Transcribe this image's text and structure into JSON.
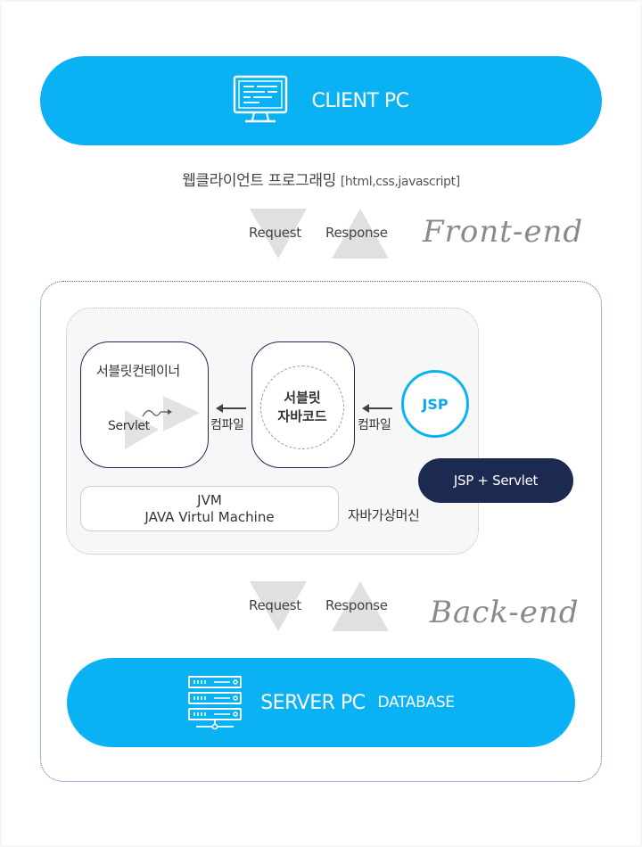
{
  "client": {
    "label": "CLIENT PC",
    "icon": "monitor-icon"
  },
  "frontend_subtitle": {
    "text": "웹클라이언트 프로그래밍",
    "tech": "[html,css,javascript]"
  },
  "front_arrows": {
    "request": "Request",
    "response": "Response",
    "tag": "Front-end"
  },
  "backend": {
    "container_label": "서블릿컨테이너",
    "servlet_label": "Servlet",
    "compile_label_1": "컴파일",
    "bytecode_line1": "서블릿",
    "bytecode_line2": "자바코드",
    "compile_label_2": "컴파일",
    "jsp_label": "JSP",
    "jsp_servlet_label": "JSP + Servlet",
    "jvm_line1": "JVM",
    "jvm_line2": "JAVA Virtul Machine",
    "jvm_korean": "자바가상머신"
  },
  "back_arrows": {
    "request": "Request",
    "response": "Response",
    "tag": "Back-end"
  },
  "server": {
    "label": "SERVER PC",
    "sub": "DATABASE",
    "icon": "server-rack-icon"
  },
  "colors": {
    "accent_blue": "#0bb2f3",
    "navy": "#1c2951",
    "arrow_gray": "#e0e0e0"
  }
}
